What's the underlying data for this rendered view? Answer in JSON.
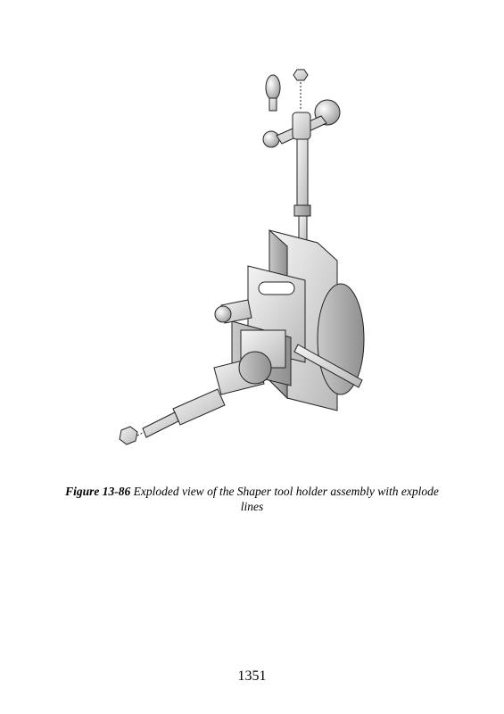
{
  "figure": {
    "label": "Figure 13-86",
    "caption_text": "Exploded view of the Shaper tool holder assembly with explode lines"
  },
  "page_number": "1351"
}
